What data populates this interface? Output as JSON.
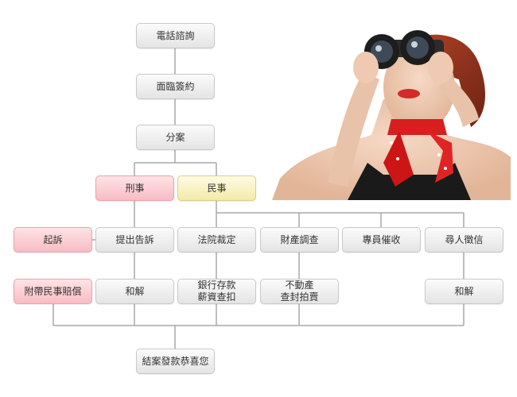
{
  "flow": {
    "consult": "電話諮詢",
    "sign": "面臨簽約",
    "dispatch": "分案",
    "criminal": "刑事",
    "civil": "民事",
    "prosecute": "起訴",
    "complaint": "提出告訴",
    "court_ruling": "法院裁定",
    "property_check": "財產調查",
    "debt_collect": "專員催收",
    "find_person": "尋人徵信",
    "civil_claim": "附帶民事賠償",
    "settle_1": "和解",
    "bank_salary": "銀行存款\n薪資查扣",
    "real_estate": "不動產\n查封拍賣",
    "settle_2": "和解",
    "close_case": "結案發款恭喜您"
  },
  "colors": {
    "pink": "#f7bcc3",
    "yellow": "#f3eaa9",
    "line": "#a8a8a8"
  }
}
